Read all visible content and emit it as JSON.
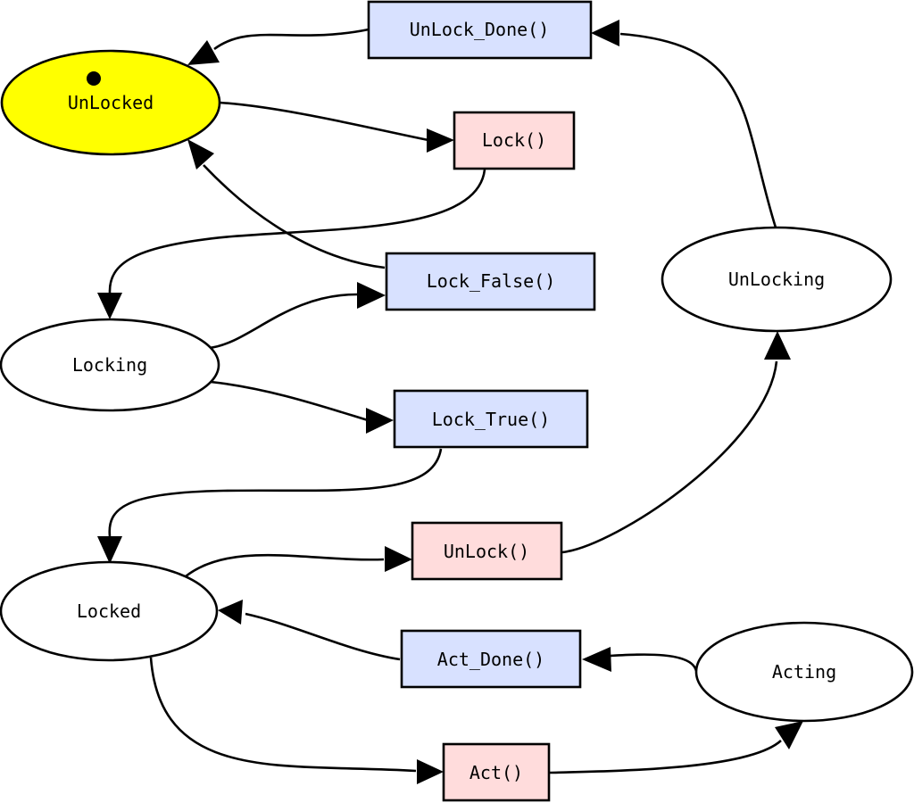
{
  "colors": {
    "initial_state_fill": "#ffff00",
    "state_fill": "#ffffff",
    "event_fill": "#d8e1ff",
    "action_fill": "#ffdcdc",
    "stroke": "#000000"
  },
  "states": {
    "unlocked": "UnLocked",
    "locking": "Locking",
    "locked": "Locked",
    "unlocking": "UnLocking",
    "acting": "Acting"
  },
  "actions": {
    "lock": "Lock()",
    "unlock": "UnLock()",
    "act": "Act()"
  },
  "events": {
    "unlock_done": "UnLock_Done()",
    "lock_false": "Lock_False()",
    "lock_true": "Lock_True()",
    "act_done": "Act_Done()"
  },
  "edges": [
    {
      "from": "UnLocked",
      "to": "Lock()"
    },
    {
      "from": "Lock()",
      "to": "Locking"
    },
    {
      "from": "Locking",
      "to": "Lock_False()"
    },
    {
      "from": "Lock_False()",
      "to": "UnLocked"
    },
    {
      "from": "Locking",
      "to": "Lock_True()"
    },
    {
      "from": "Lock_True()",
      "to": "Locked"
    },
    {
      "from": "Locked",
      "to": "UnLock()"
    },
    {
      "from": "UnLock()",
      "to": "UnLocking"
    },
    {
      "from": "UnLocking",
      "to": "UnLock_Done()"
    },
    {
      "from": "UnLock_Done()",
      "to": "UnLocked"
    },
    {
      "from": "Locked",
      "to": "Act()"
    },
    {
      "from": "Act()",
      "to": "Acting"
    },
    {
      "from": "Acting",
      "to": "Act_Done()"
    },
    {
      "from": "Act_Done()",
      "to": "Locked"
    }
  ]
}
